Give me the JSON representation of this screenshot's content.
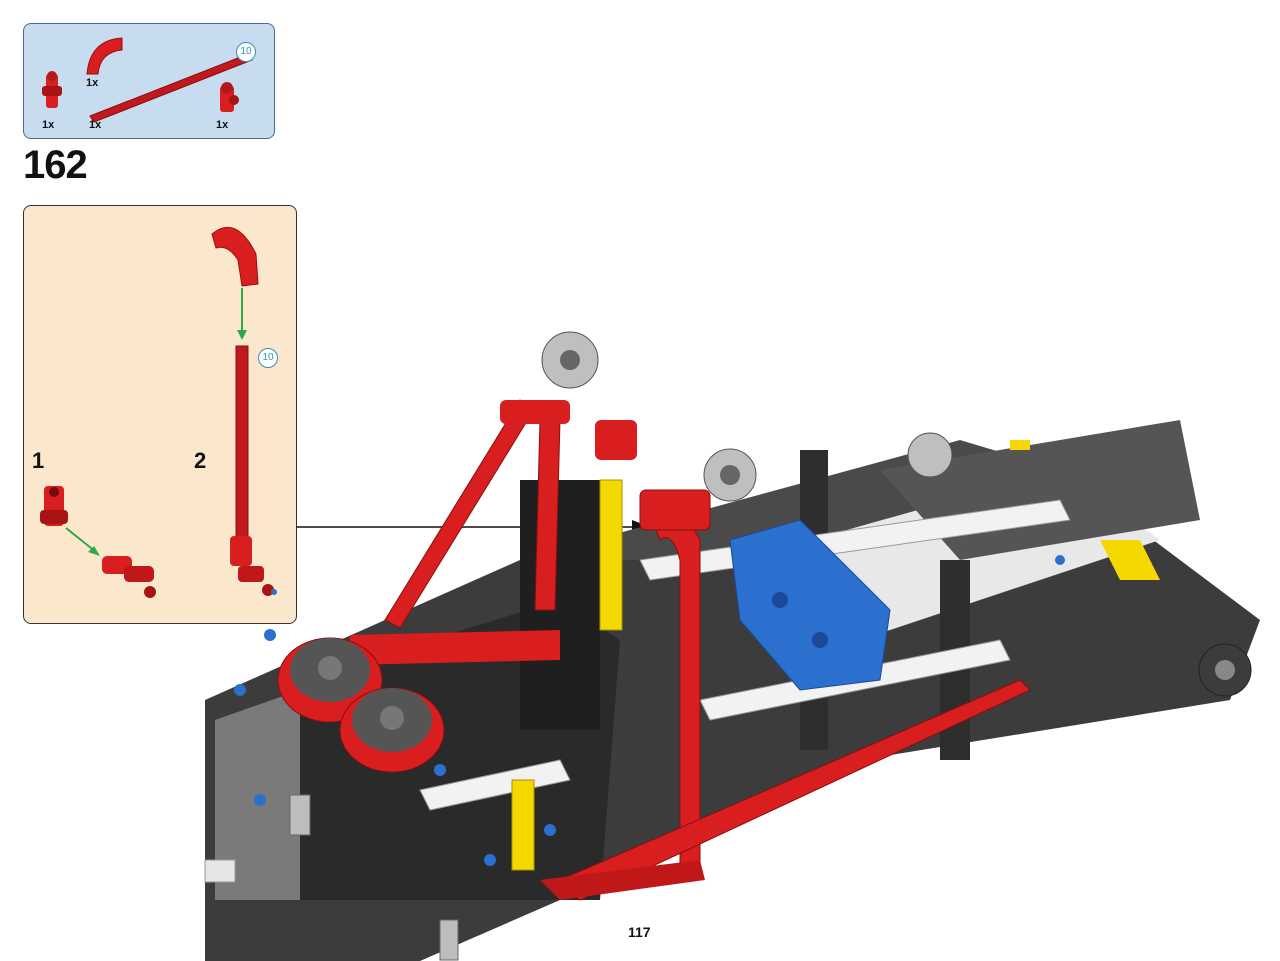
{
  "parts_list": {
    "items": [
      {
        "name": "axle-connector",
        "qty": "1x",
        "color": "#d81e1e"
      },
      {
        "name": "curved-panel",
        "qty": "1x",
        "color": "#d81e1e"
      },
      {
        "name": "axle-10",
        "qty": "1x",
        "color": "#c0181c",
        "length": "10"
      },
      {
        "name": "axle-connector-small",
        "qty": "1x",
        "color": "#d81e1e"
      }
    ]
  },
  "step": {
    "number": "162"
  },
  "sub_assembly": {
    "sub_steps": [
      {
        "label": "1"
      },
      {
        "label": "2",
        "axle_length": "10"
      }
    ]
  },
  "page": {
    "number": "117"
  },
  "colors": {
    "parts_bg": "#c7dcef",
    "subassembly_bg": "#fbe8cc",
    "red": "#d81e1e",
    "blue": "#2b6fcf",
    "yellow": "#f5d800",
    "dark_gray": "#3c3c3c",
    "light_gray": "#bfbfbf",
    "arrow_green": "#2ea84a"
  }
}
